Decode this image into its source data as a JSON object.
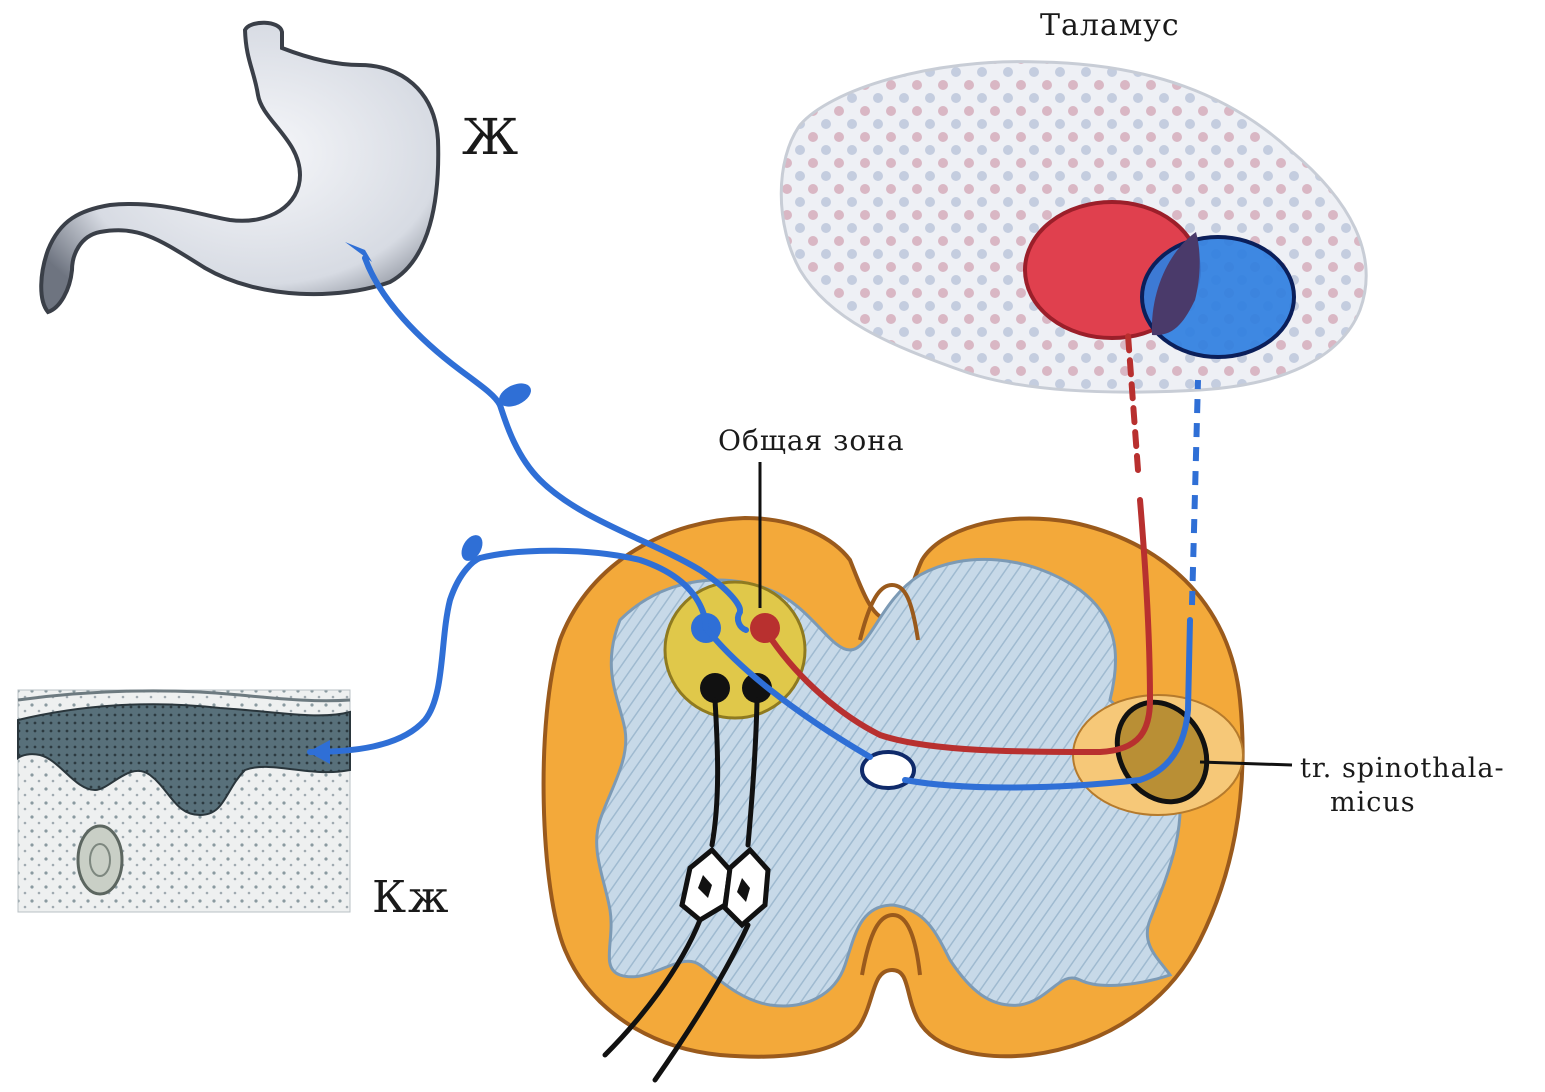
{
  "labels": {
    "thalamus": "Таламус",
    "stomach": "Ж",
    "skin": "Кж",
    "common_zone": "Общая зона",
    "tract_line1": "tr. spinothala-",
    "tract_line2": "micus"
  },
  "colors": {
    "visceral_afferent": "#2f6fd6",
    "somatic_afferent": "#2f6fd6",
    "projection_red": "#b8302f",
    "thalamus_red_zone": "#e0404e",
    "thalamus_blue_zone": "#2f7fe0",
    "white_matter": "#f3a93a",
    "grey_matter": "#bcd3e4",
    "common_zone": "#e0c84a"
  }
}
